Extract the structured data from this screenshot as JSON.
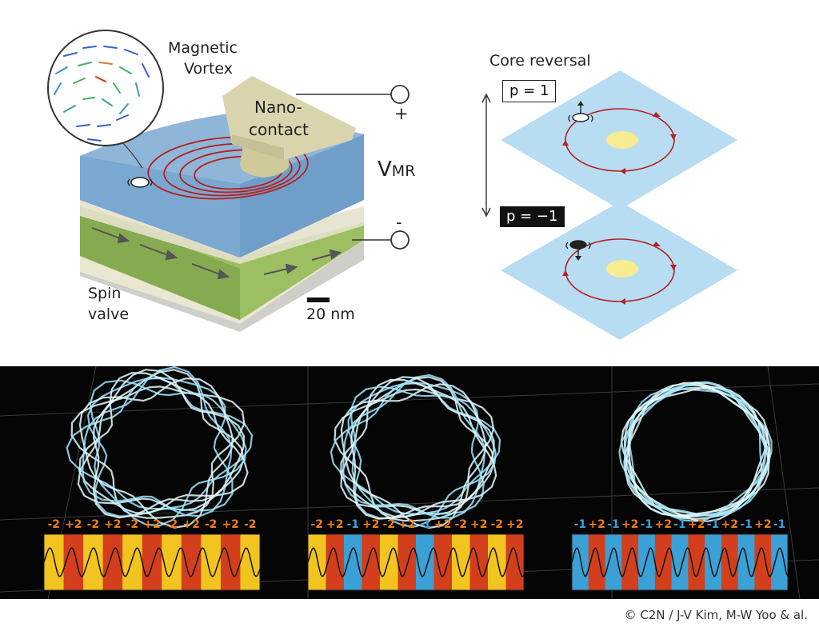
{
  "device": {
    "vortex_label_1": "Magnetic",
    "vortex_label_2": "Vortex",
    "nano_label_1": "Nano-",
    "nano_label_2": "contact",
    "vmr_label": "V",
    "vmr_sub": "MR",
    "plus": "+",
    "minus": "-",
    "spin_label_1": "Spin",
    "spin_label_2": "valve",
    "scale_label": "20 nm"
  },
  "core": {
    "title": "Core reversal",
    "p_up": "p = 1",
    "p_down": "p = −1"
  },
  "panels": [
    {
      "labels": [
        "-2",
        "+2",
        "-2",
        "+2",
        "-2",
        "+2",
        "-2",
        "+2",
        "-2",
        "+2",
        "-2"
      ]
    },
    {
      "labels": [
        "-2",
        "+2",
        "-1",
        "+2",
        "-2",
        "+2",
        "-1",
        "+2",
        "-2",
        "+2",
        "-2",
        "+2"
      ]
    },
    {
      "labels": [
        "-1",
        "+2",
        "-1",
        "+2",
        "-1",
        "+2",
        "-1",
        "+2",
        "-1",
        "+2",
        "-1",
        "+2",
        "-1"
      ]
    }
  ],
  "colors": {
    "label_orange": "#f07d18",
    "label_blue": "#3aa0dc",
    "stripe_red": "#d33f1c",
    "stripe_yellow": "#f2c420",
    "stripe_blue": "#3aa0d6",
    "orbit_red": "#b52020",
    "plane_blue": "#b8dcf2",
    "core_yellow": "#f8ec90"
  },
  "credit": "©  C2N / J-V Kim, M-W Yoo & al."
}
